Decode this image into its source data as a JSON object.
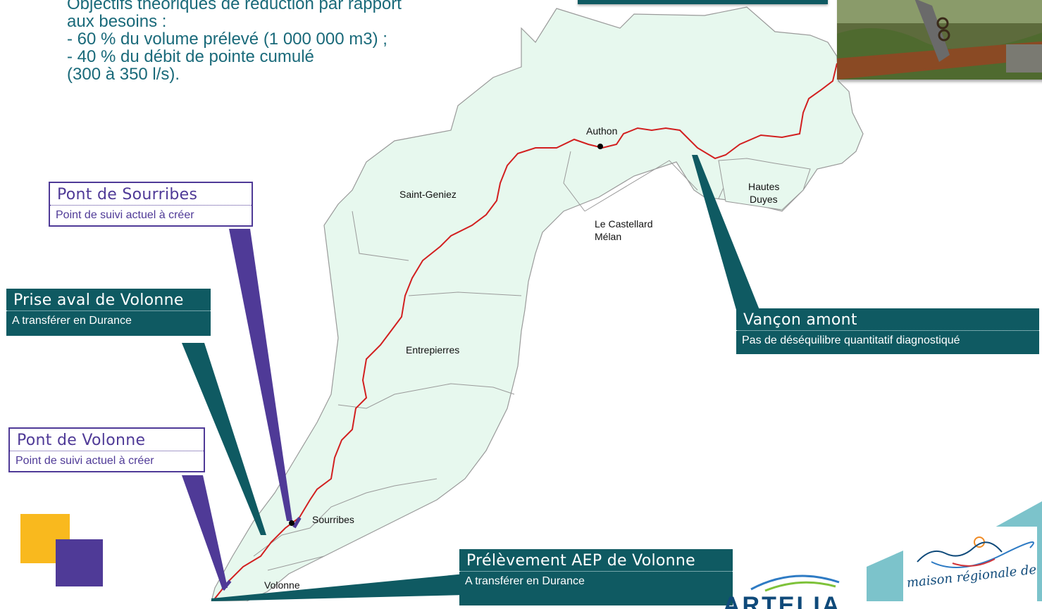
{
  "intro": {
    "lines": [
      "Objectifs théoriques de réduction par rapport",
      "aux besoins :",
      "- 60 % du volume prélevé (1 000 000 m3) ;",
      "- 40 % du débit de pointe cumulé",
      "(300 à 350 l/s)."
    ]
  },
  "callouts": {
    "pont_sourribes": {
      "title": "Pont de Sourribes",
      "subtitle": "Point de suivi actuel à créer"
    },
    "prise_aval_volonne": {
      "title": "Prise aval de Volonne",
      "subtitle": "A transférer en Durance"
    },
    "pont_volonne": {
      "title": "Pont de Volonne",
      "subtitle": "Point de suivi actuel à créer"
    },
    "vancon_amont": {
      "title": "Vançon amont",
      "subtitle": "Pas de déséquilibre quantitatif diagnostiqué"
    },
    "prelevement_aep": {
      "title": "Prélèvement AEP de Volonne",
      "subtitle": "A transférer en Durance"
    }
  },
  "places": {
    "authon": "Authon",
    "saint_geniez": "Saint-Geniez",
    "hautes_duyes_1": "Hautes",
    "hautes_duyes_2": "Duyes",
    "castellard_1": "Le Castellard",
    "castellard_2": "Mélan",
    "entrepierres": "Entrepierres",
    "sourribes": "Sourribes",
    "volonne": "Volonne"
  },
  "logos": {
    "artelia": "ARTELIA",
    "maison_eau": "maison régionale de l'eau"
  },
  "colors": {
    "region_fill": "#e7f8ee",
    "region_border": "#9a9a9a",
    "river": "#d21f1f",
    "teal": "#0f5a62",
    "purple": "#4f3a97",
    "intro_text": "#1a6a7a",
    "accent_yellow": "#f9b91e",
    "light_teal": "#7cc3cb"
  }
}
